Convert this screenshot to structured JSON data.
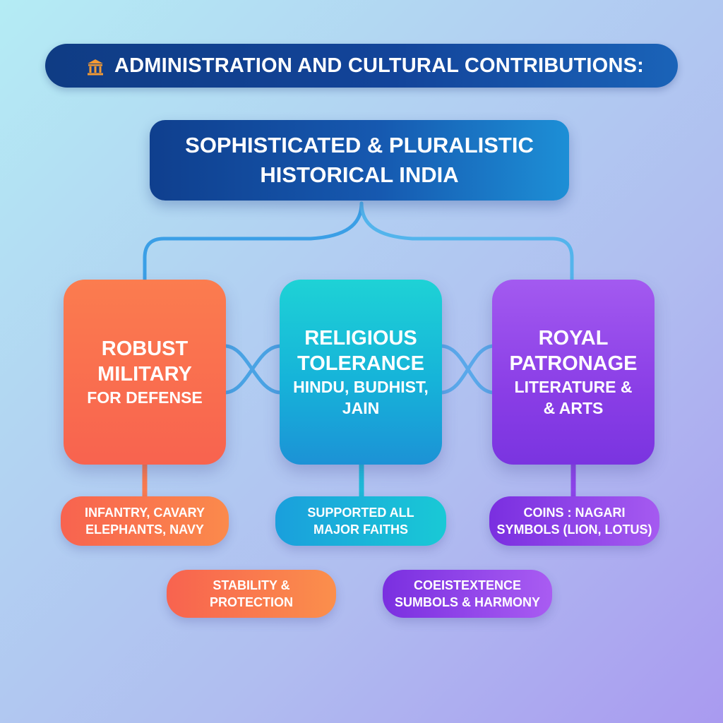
{
  "header": {
    "icon": "temple-icon",
    "title": "ADMINISTRATION AND CULTURAL CONTRIBUTIONS:"
  },
  "central": {
    "line1": "SOPHISTICATED & PLURALISTIC",
    "line2": "HISTORICAL INDIA"
  },
  "cards": {
    "military": {
      "title_line1": "ROBUST",
      "title_line2": "MILITARY",
      "sub_line1": "FOR DEFENSE"
    },
    "religion": {
      "title_line1": "RELIGIOUS",
      "title_line2": "TOLERANCE",
      "sub_line1": "HINDU, BUDHIST,",
      "sub_line2": "JAIN"
    },
    "patronage": {
      "title_line1": "ROYAL",
      "title_line2": "PATRONAGE",
      "sub_line1": "LITERATURE &",
      "sub_line2": "& ARTS"
    }
  },
  "details": {
    "military": {
      "line1": "INFANTRY, CAVARY",
      "line2": "ELEPHANTS, NAVY"
    },
    "religion": {
      "line1": "SUPPORTED ALL",
      "line2": "MAJOR FAITHS"
    },
    "patronage": {
      "line1": "COINS : NAGARI",
      "line2": "SYMBOLS (LION, LOTUS)"
    }
  },
  "outcomes": {
    "stability": {
      "line1": "STABILITY &",
      "line2": "PROTECTION"
    },
    "coexistence": {
      "line1": "COEISTEXTENCE",
      "line2": "SUMBOLS & HARMONY"
    }
  },
  "colors": {
    "banner": "#13449a",
    "military": "#f8634f",
    "religion": "#16b3d9",
    "patronage": "#8a3ee6",
    "connector": "#3fa6e6"
  }
}
